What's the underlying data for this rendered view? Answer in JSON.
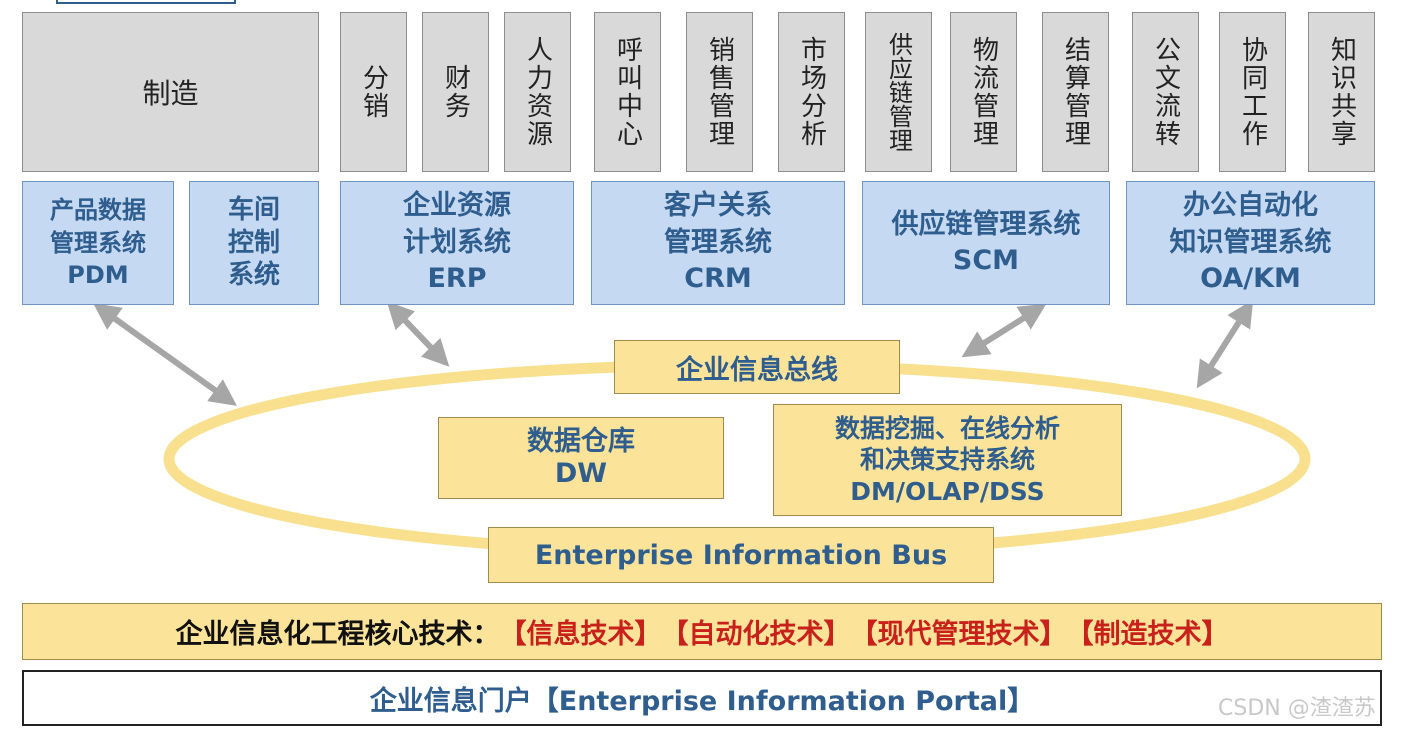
{
  "top_row": {
    "zhizao": "制造",
    "fenxiao": "分销",
    "caiwu": "财务",
    "renli": "人力资源",
    "hujiao": "呼叫中心",
    "xiaoshou": "销售管理",
    "shichang": "市场分析",
    "gongying": "供应链管理",
    "wuliu": "物流管理",
    "jiesuan": "结算管理",
    "gongwen": "公文流转",
    "xietong": "协同工作",
    "zhishi": "知识共享"
  },
  "systems": {
    "pdm": "产品数据\n管理系统\nPDM",
    "chejian": "车间\n控制\n系统",
    "erp": "企业资源\n计划系统\nERP",
    "crm": "客户关系\n管理系统\nCRM",
    "scm": "供应链管理系统\nSCM",
    "oakm": "办公自动化\n知识管理系统\nOA/KM"
  },
  "bus": {
    "top_label": "企业信息总线",
    "dw": "数据仓库\nDW",
    "dm": "数据挖掘、在线分析\n和决策支持系统\nDM/OLAP/DSS",
    "bottom_label": "Enterprise Information Bus"
  },
  "core_tech": {
    "prefix": "企业信息化工程核心技术：",
    "item1": "【信息技术】",
    "item2": "【自动化技术】",
    "item3": "【现代管理技术】",
    "item4": "【制造技术】"
  },
  "portal": "企业信息门户【Enterprise Information Portal】",
  "watermark": "CSDN @渣渣苏",
  "colors": {
    "gray_fill": "#d9d9d9",
    "blue_fill": "#c5daf2",
    "gold_fill": "#fbe49a",
    "text_blue": "#2f5e8e",
    "accent_red": "#c8201a",
    "ring": "#f8e08f",
    "arrow": "#a6a6a6"
  }
}
